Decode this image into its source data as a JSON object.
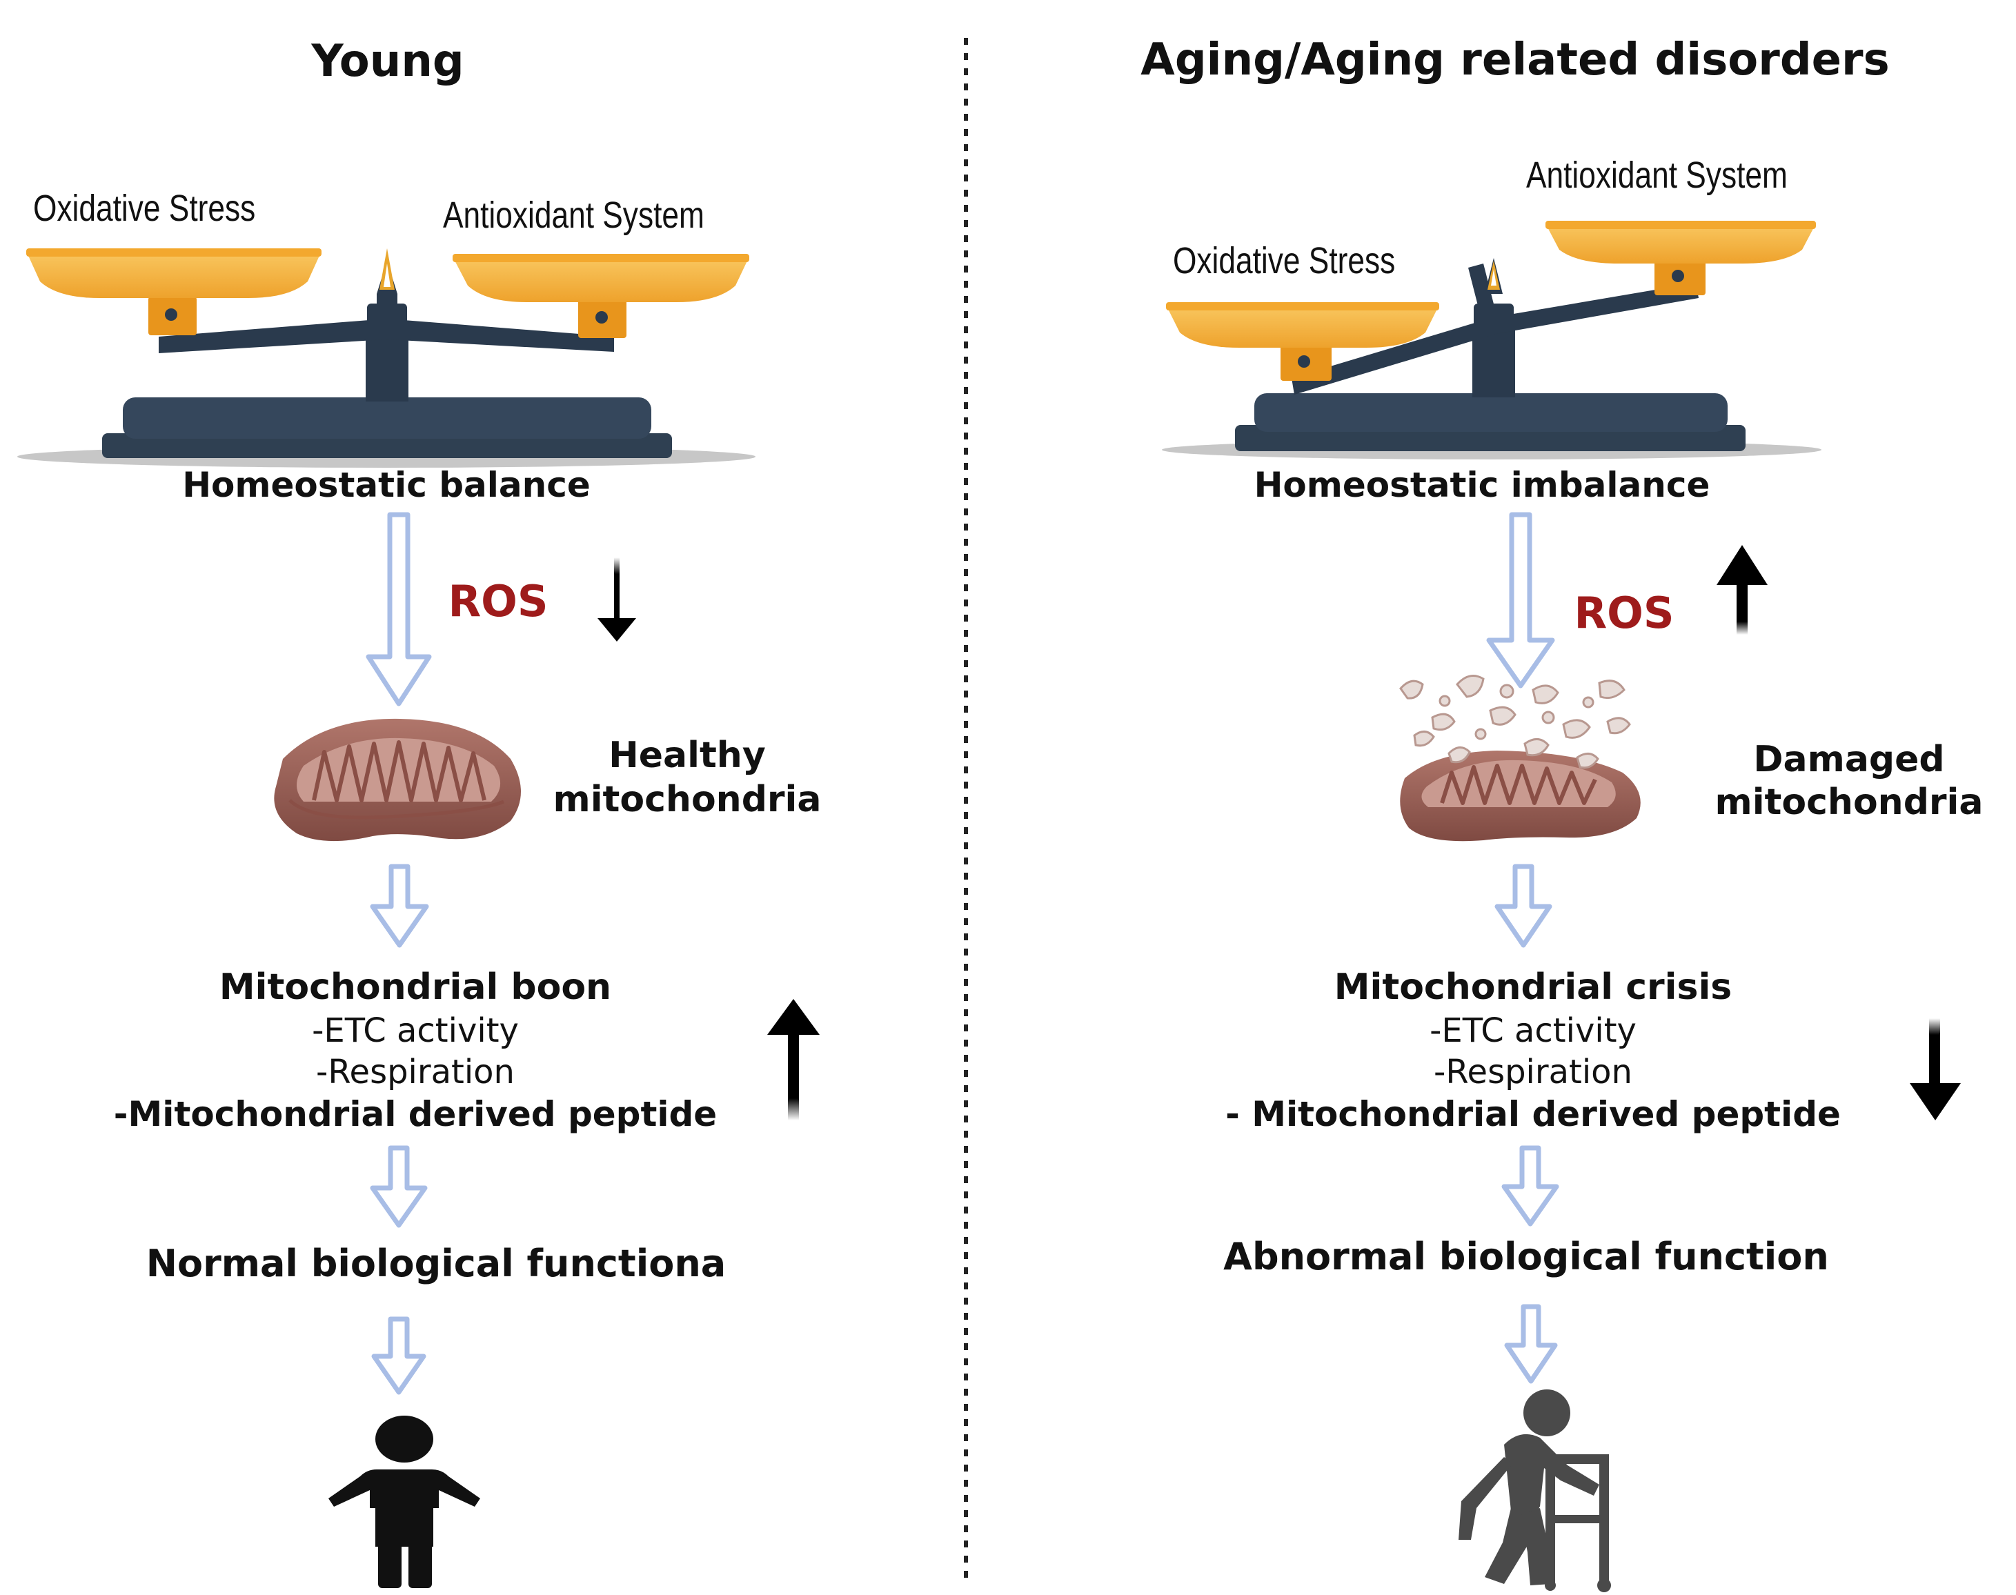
{
  "colors": {
    "pan": "#f7b43a",
    "pan_shade": "#e8951c",
    "beam": "#2a3a4d",
    "base": "#35475c",
    "flow_arrow": "#a8bde6",
    "ros": "#9e1b1b",
    "mito_outer": "#a86a5f",
    "mito_inner": "#c99a90",
    "person": "#111111",
    "elder": "#4a4a4a"
  },
  "young": {
    "title": "Young",
    "scale_left": "Oxidative Stress",
    "scale_right": "Antioxidant System",
    "balance": "Homeostatic balance",
    "ros": "ROS",
    "ros_trend": "down",
    "mito_label_1": "Healthy",
    "mito_label_2": "mitochondria",
    "boon_title": "Mitochondrial boon",
    "item_1": "-ETC activity",
    "item_2": "-Respiration",
    "item_3": "-Mitochondrial derived peptide",
    "boon_trend": "up",
    "outcome": "Normal biological functiona",
    "figure_icon": "person-icon"
  },
  "aging": {
    "title": "Aging/Aging related disorders",
    "scale_left": "Oxidative Stress",
    "scale_right": "Antioxidant System",
    "balance": "Homeostatic imbalance",
    "ros": "ROS",
    "ros_trend": "up",
    "mito_label_1": "Damaged",
    "mito_label_2": "mitochondria",
    "crisis_title": "Mitochondrial crisis",
    "item_1": "-ETC activity",
    "item_2": "-Respiration",
    "item_3": "- Mitochondrial derived peptide",
    "crisis_trend": "down",
    "outcome": "Abnormal biological function",
    "figure_icon": "elderly-walker-icon"
  }
}
